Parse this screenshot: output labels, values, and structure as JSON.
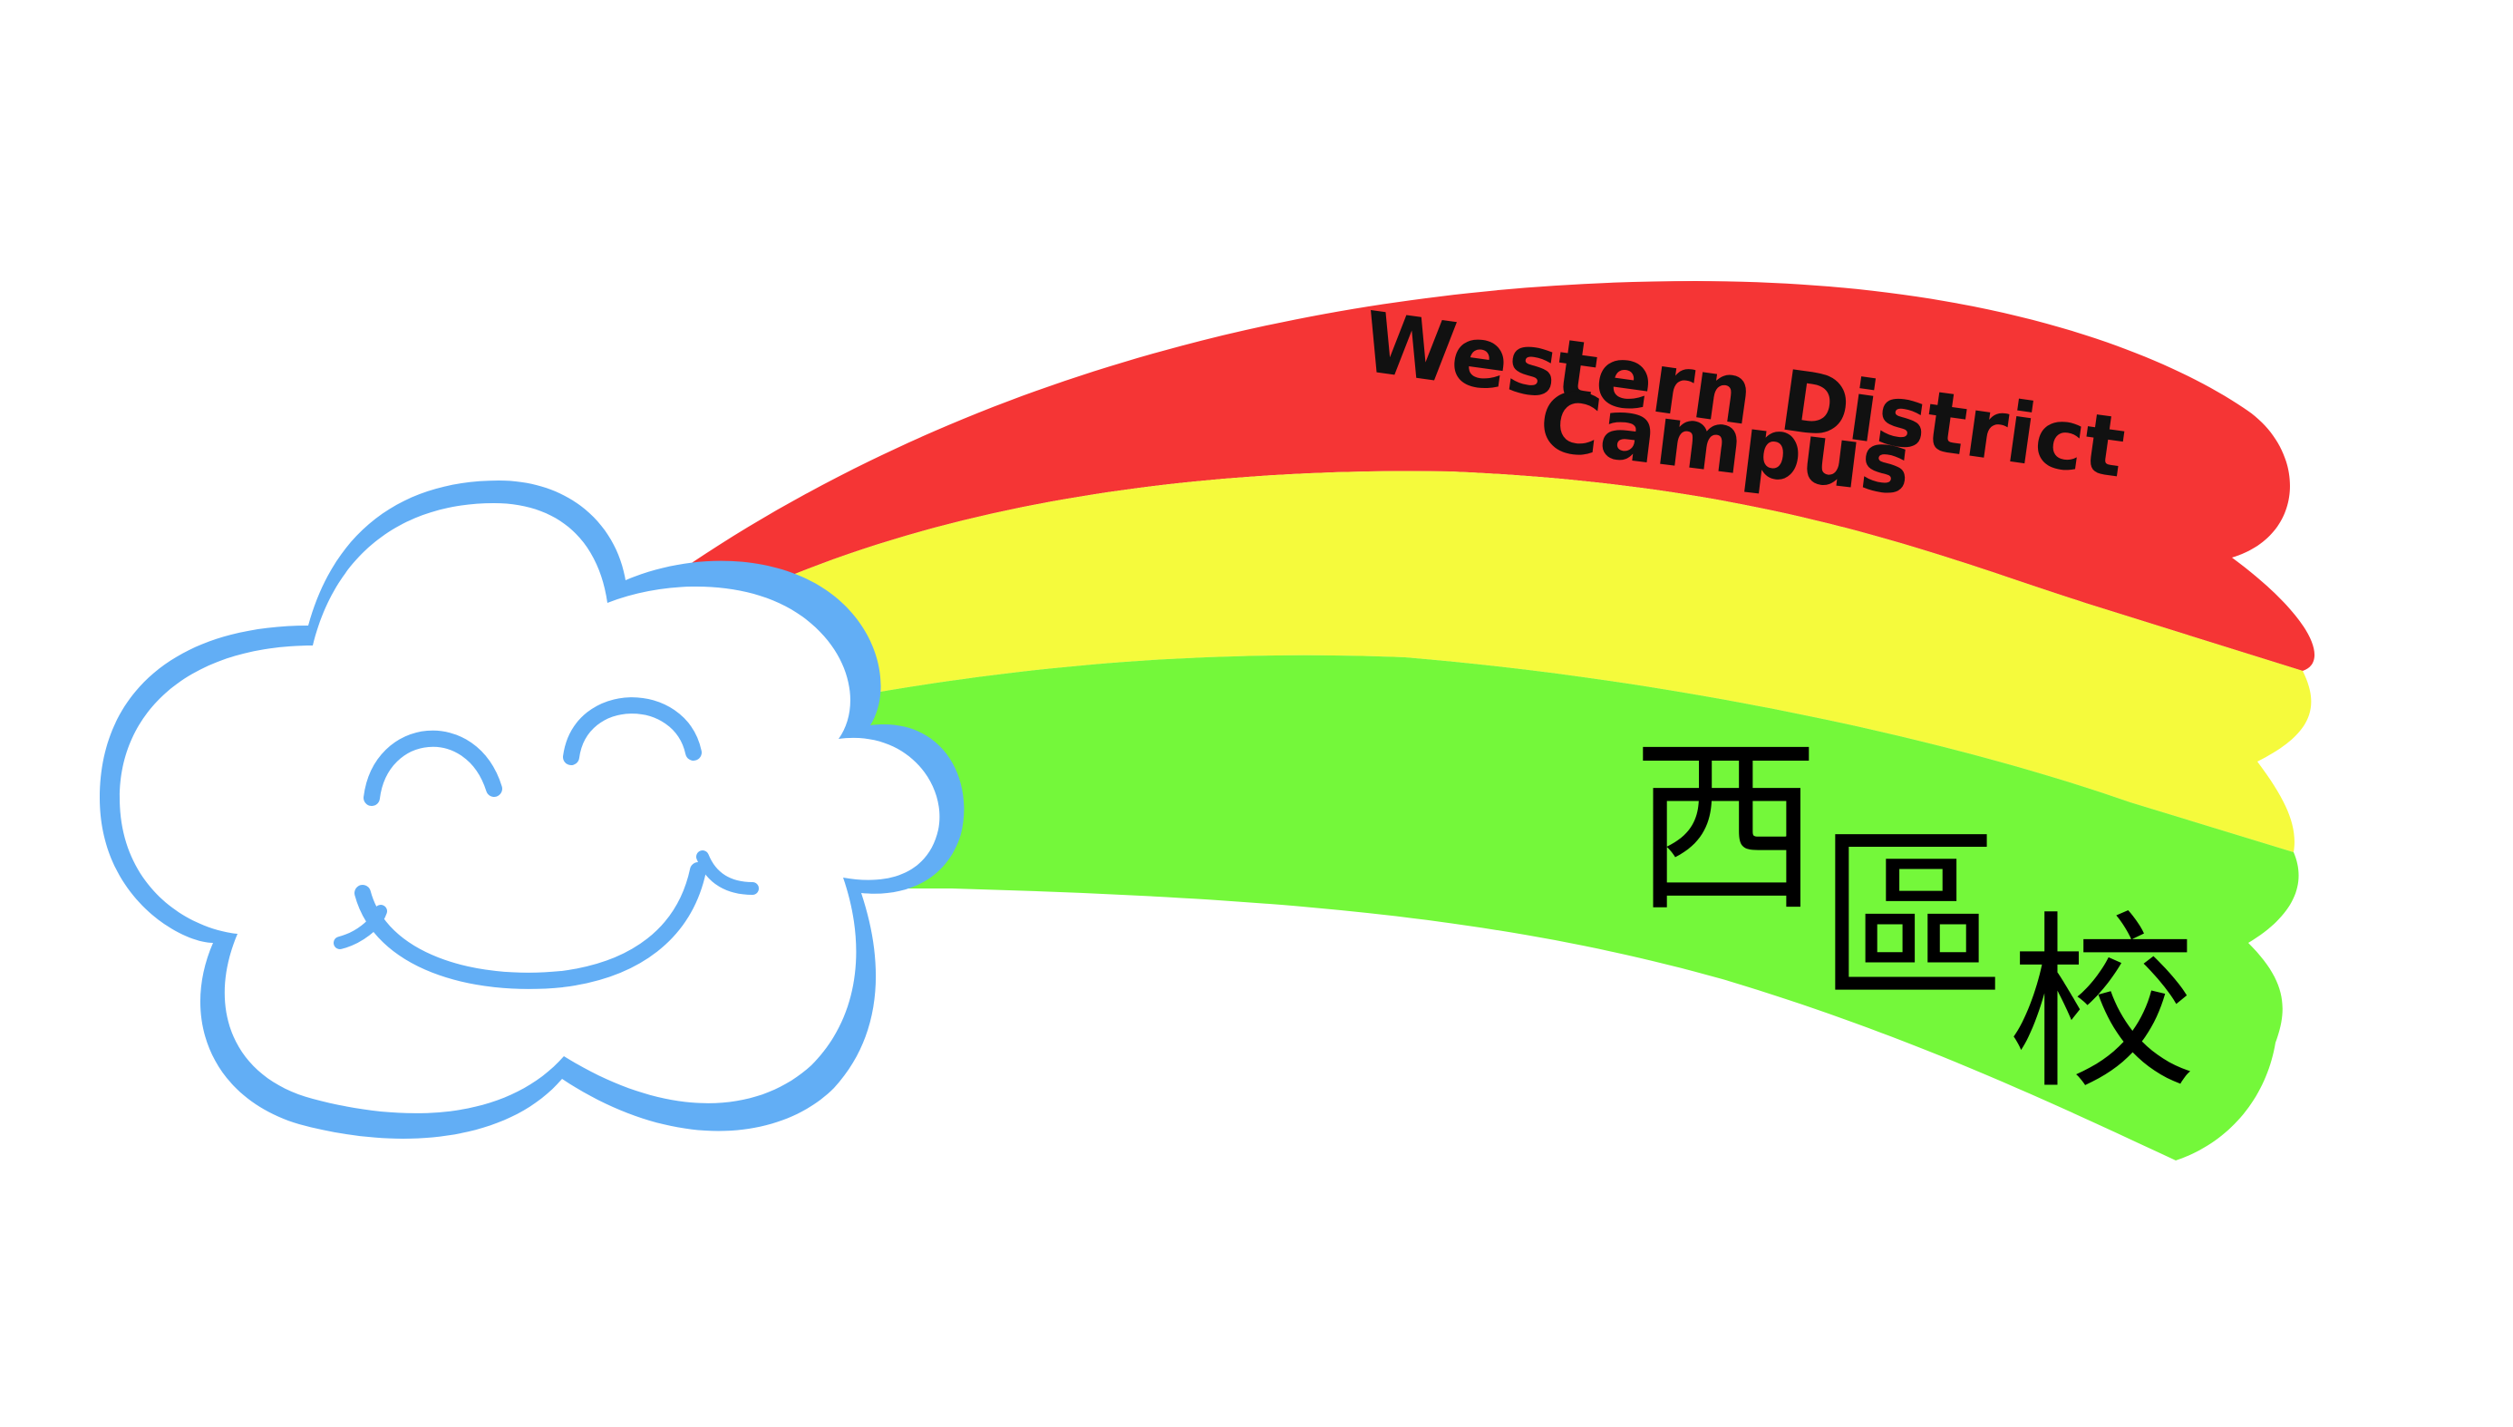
{
  "logo": {
    "english_line_1": "Western District",
    "english_line_2": "Campus",
    "chinese_chars": [
      "西",
      "區",
      "校"
    ]
  },
  "colors": {
    "background": "#ffffff",
    "band_red": "#f53535",
    "band_yellow": "#f5fa3c",
    "band_green": "#74f83a",
    "cloud_fill": "#ffffff",
    "cloud_outline": "#62aef5",
    "text": "#111111"
  },
  "icons": [
    "cloud-icon",
    "rainbow-icon"
  ]
}
